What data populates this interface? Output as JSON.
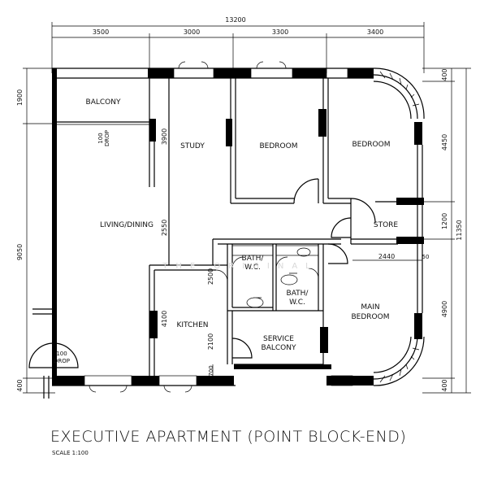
{
  "title": "EXECUTIVE APARTMENT (POINT BLOCK-END)",
  "scale": "SCALE   1:100",
  "watermark": "THE ORIGINAL",
  "rooms": {
    "balcony": "BALCONY",
    "study": "STUDY",
    "bedroom1": "BEDROOM",
    "bedroom2": "BEDROOM",
    "living": "LIVING/DINING",
    "store": "STORE",
    "bath1_a": "BATH/",
    "bath1_b": "W.C.",
    "bath2_a": "BATH/",
    "bath2_b": "W.C.",
    "main_bedroom_a": "MAIN",
    "main_bedroom_b": "BEDROOM",
    "kitchen": "KITCHEN",
    "service_a": "SERVICE",
    "service_b": "BALCONY"
  },
  "drops": {
    "drop1_a": "100",
    "drop1_b": "DROP",
    "drop2_a": "100",
    "drop2_b": "DROP"
  },
  "dimensions": {
    "top_total": "13200",
    "top_1": "3500",
    "top_2": "3000",
    "top_3": "3300",
    "top_4": "3400",
    "left_1": "1900",
    "left_2": "9050",
    "left_3": "400",
    "right_total": "11350",
    "right_1": "400",
    "right_2": "4450",
    "right_3": "1200",
    "right_4": "4900",
    "right_5": "400",
    "inner_3900": "3900",
    "inner_2550": "2550",
    "inner_2500": "2500",
    "inner_4100": "4100",
    "inner_2100": "2100",
    "inner_700": "700",
    "inner_2440": "2440",
    "inner_50": "50"
  }
}
